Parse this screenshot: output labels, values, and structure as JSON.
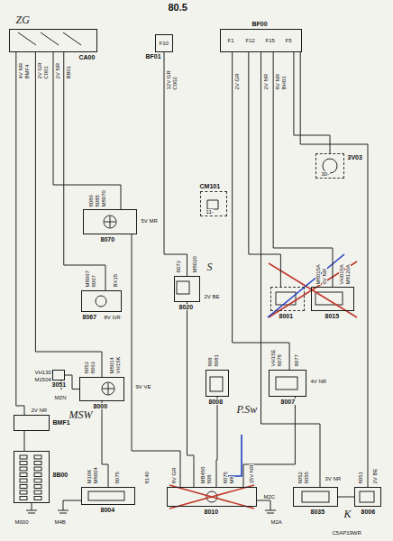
{
  "diagram": {
    "title": "80.5",
    "nodes": [
      {
        "text": [
          "ZG",
          "CA00"
        ]
      },
      {
        "text": [
          "BF01",
          "F10"
        ]
      },
      {
        "text": [
          "BF00"
        ]
      },
      {
        "text": [
          "3V03"
        ]
      },
      {
        "text": [
          "CM101"
        ]
      },
      {
        "text": [
          "8070"
        ]
      },
      {
        "text": [
          "8067"
        ]
      },
      {
        "text": [
          "8020"
        ]
      },
      {
        "text": [
          "8001"
        ]
      },
      {
        "text": [
          "8015"
        ]
      },
      {
        "text": [
          "3051"
        ]
      },
      {
        "text": [
          "8000"
        ]
      },
      {
        "text": [
          "8008"
        ]
      },
      {
        "text": [
          "8007"
        ]
      },
      {
        "text": [
          "BMF1"
        ]
      },
      {
        "text": [
          "8B00"
        ]
      },
      {
        "text": [
          "8004"
        ]
      },
      {
        "text": [
          "8010"
        ]
      },
      {
        "text": [
          "8035"
        ]
      },
      {
        "text": [
          "8006"
        ]
      }
    ],
    "edges": [
      {
        "from": 0,
        "to": 14,
        "arrow": "none"
      },
      {
        "from": 0,
        "to": 5,
        "arrow": "none"
      },
      {
        "from": 0,
        "to": 6,
        "arrow": "none"
      },
      {
        "from": 0,
        "to": 11,
        "arrow": "none"
      },
      {
        "from": 1,
        "to": 7,
        "arrow": "none"
      },
      {
        "from": 2,
        "to": 8,
        "arrow": "none"
      },
      {
        "from": 2,
        "to": 9,
        "arrow": "none"
      },
      {
        "from": 2,
        "to": 3,
        "arrow": "none"
      },
      {
        "from": 2,
        "to": 13,
        "arrow": "none"
      },
      {
        "from": 11,
        "to": 16,
        "arrow": "none"
      },
      {
        "from": 5,
        "to": 17,
        "arrow": "none"
      },
      {
        "from": 7,
        "to": 17,
        "arrow": "none"
      },
      {
        "from": 12,
        "to": 17,
        "arrow": "none"
      },
      {
        "from": 13,
        "to": 17,
        "arrow": "none"
      },
      {
        "from": 10,
        "to": 11,
        "arrow": "none"
      },
      {
        "from": 14,
        "to": 15,
        "arrow": "none"
      },
      {
        "from": 2,
        "to": 19,
        "arrow": "none"
      },
      {
        "from": 2,
        "to": 18,
        "arrow": "none"
      }
    ],
    "labels": [
      "C5AP19WR",
      "F1",
      "F12",
      "F15",
      "F5",
      "4V NR",
      "BMF4",
      "2V GR",
      "C001",
      "2V NR",
      "BB01",
      "12V GR",
      "C002",
      "2V GR",
      "2V NR",
      "8V NR",
      "BH03",
      "8086",
      "8085",
      "M8070",
      "5V MR",
      "M8067",
      "8067",
      "BX15",
      "8V GR",
      "8073",
      "M8020",
      "2V BE",
      "S",
      "M8015A",
      "6V NR",
      "VH015A",
      "M8120A",
      "VH130",
      "M1504",
      "MZN",
      "8053",
      "8063",
      "M8014",
      "VH15K",
      "9V VE",
      "MSW",
      "808",
      "8081",
      "VH15E",
      "8078",
      "8077",
      "4V NR",
      "P.Sw",
      "2V NR",
      "M10K",
      "M8004",
      "8075",
      "8140",
      "8V GR",
      "MB450",
      "808",
      "8075",
      "M8",
      "15V NR",
      "M000",
      "M4B",
      "M2C",
      "M2A",
      "8052",
      "8055",
      "3V NR",
      "8051",
      "2V BE",
      "K",
      "30-",
      "11-"
    ]
  }
}
